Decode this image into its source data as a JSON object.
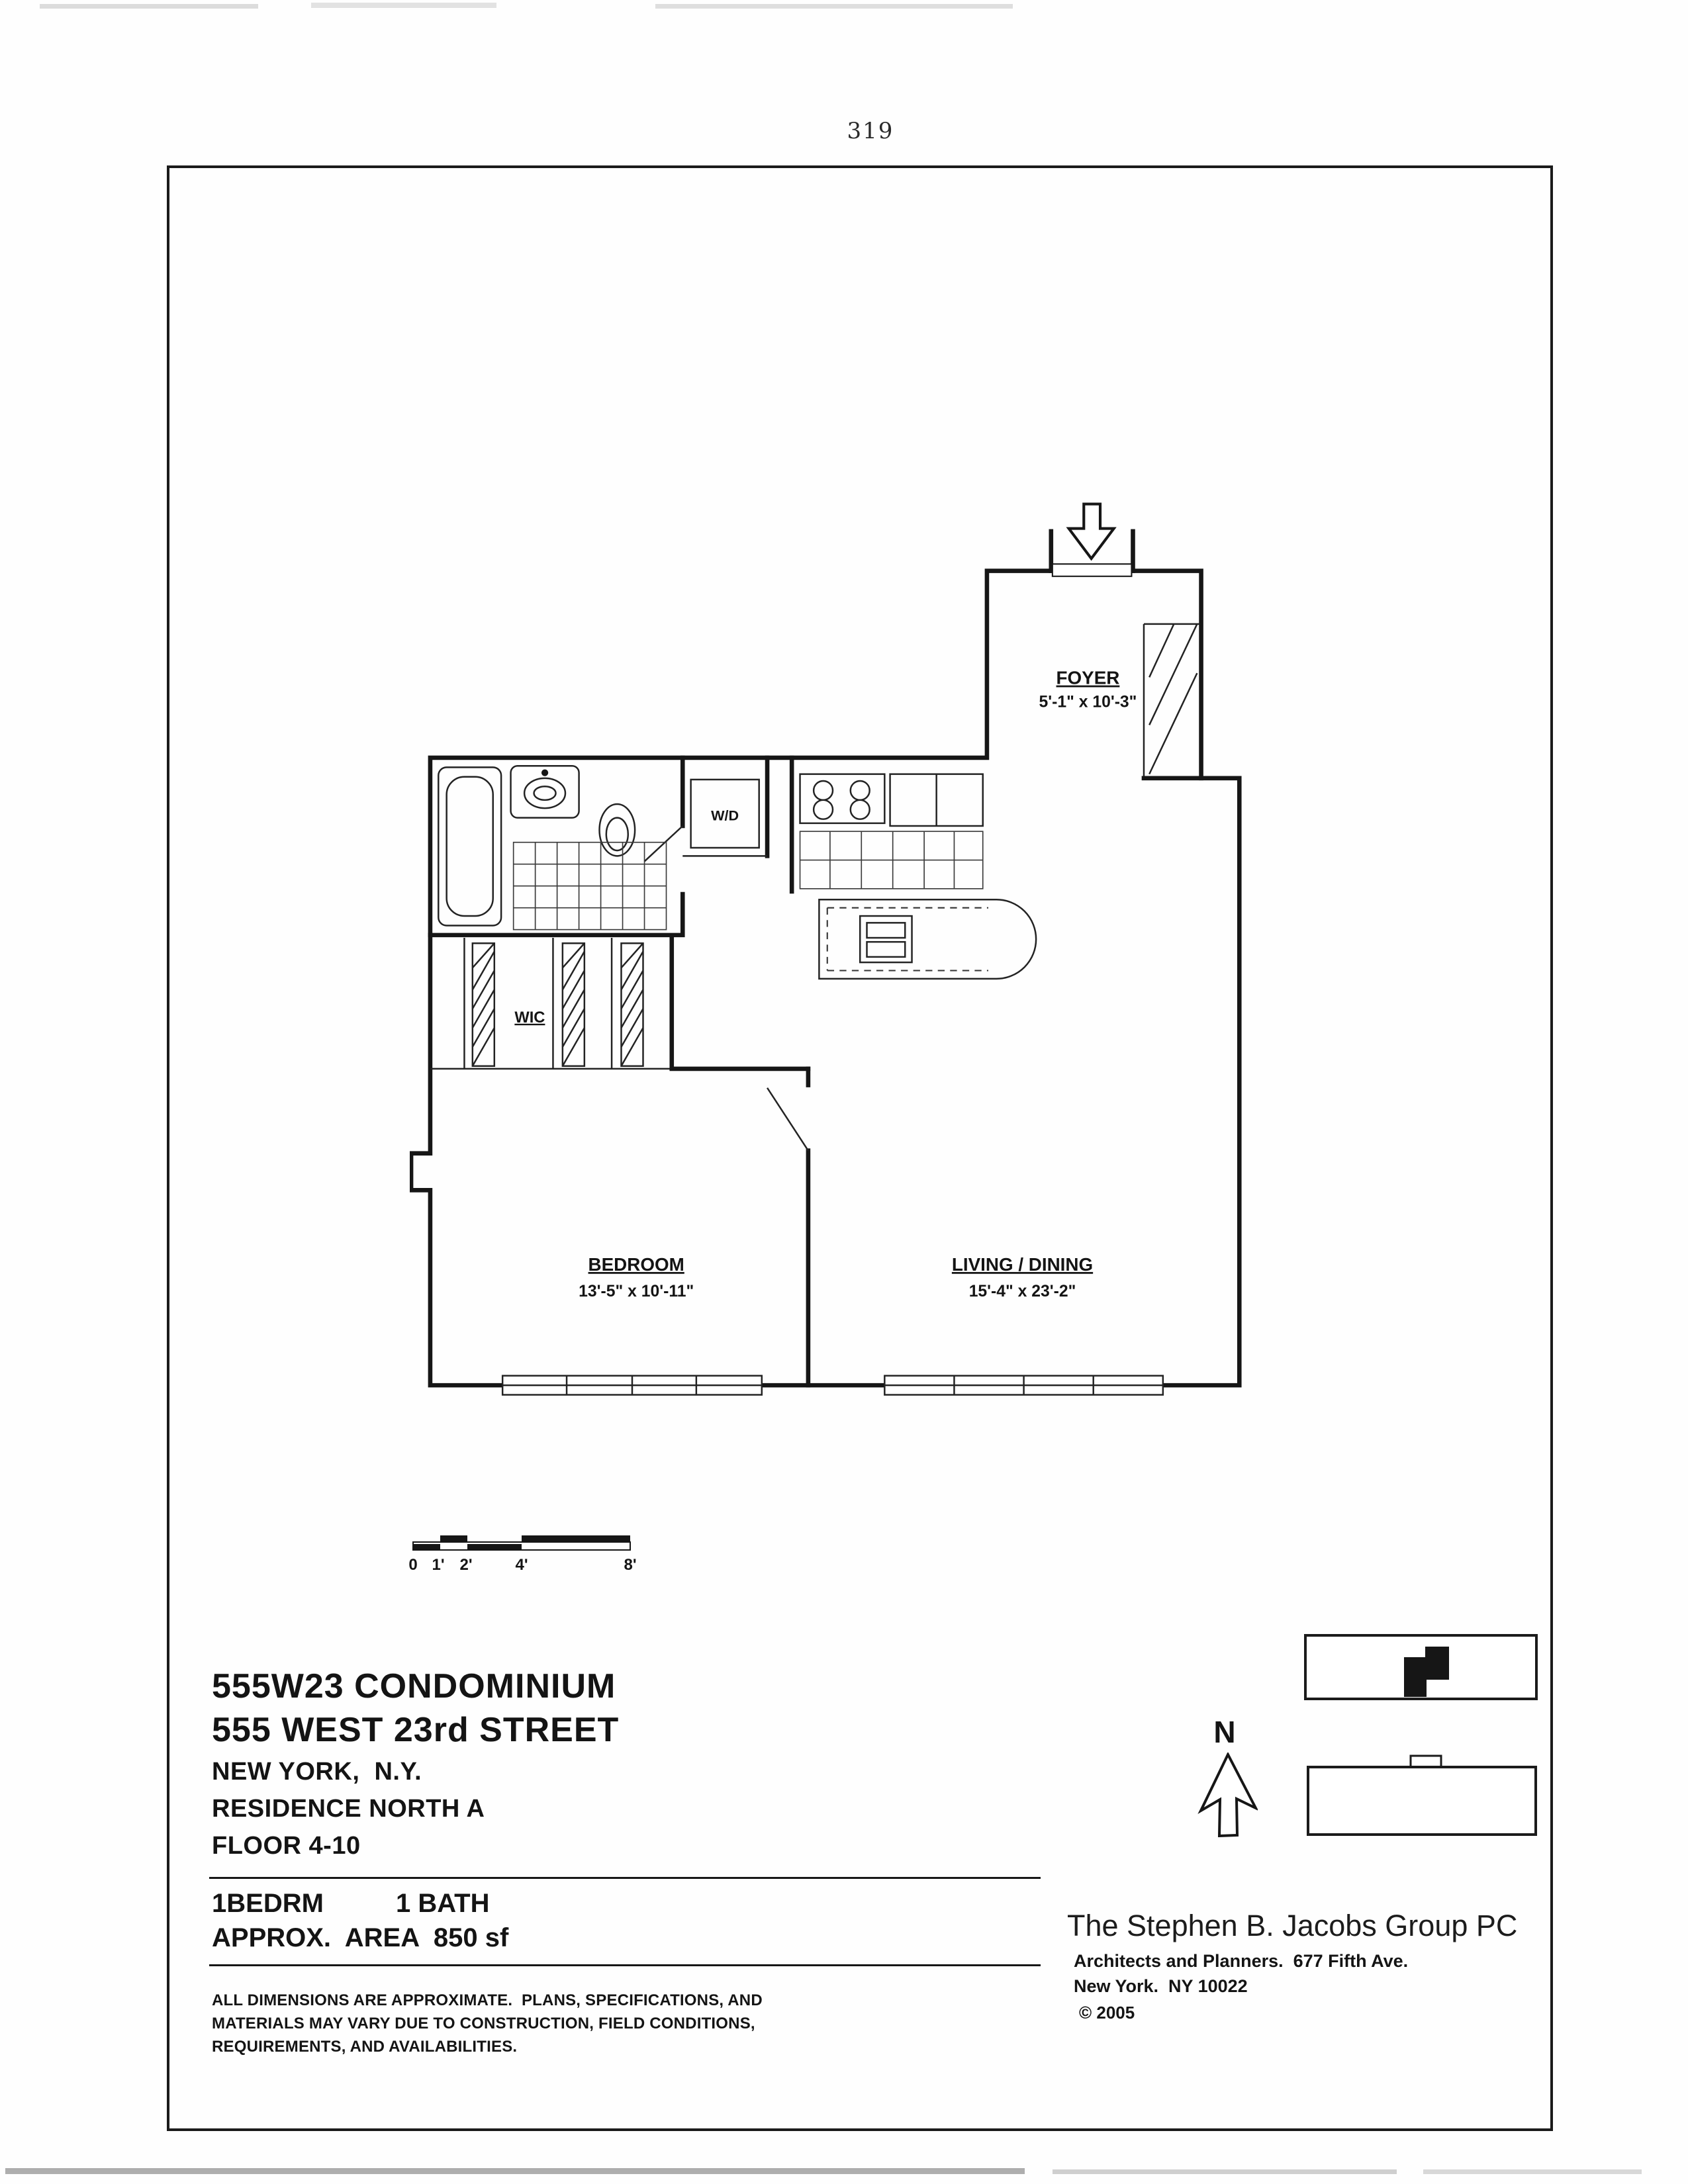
{
  "page_number": "319",
  "plan": {
    "foyer_label": "FOYER",
    "foyer_dim": "5'-1\" x 10'-3\"",
    "wd_label": "W/D",
    "wic_label": "WIC",
    "bedroom_label": "BEDROOM",
    "bedroom_dim": "13'-5\" x 10'-11\"",
    "living_label": "LIVING / DINING",
    "living_dim": "15'-4\" x 23'-2\""
  },
  "scale_bar": {
    "labels": [
      "0",
      "1'",
      "2'",
      "4'",
      "8'"
    ]
  },
  "north_label": "N",
  "title_block": {
    "line1": "555W23 CONDOMINIUM",
    "line2": "555 WEST 23rd STREET",
    "line3": "NEW YORK,  N.Y.",
    "line4": "RESIDENCE NORTH A",
    "line5": "FLOOR 4-10",
    "unit_beds": "1BEDRM",
    "unit_bath": "1 BATH",
    "unit_area": "APPROX.  AREA  850 sf",
    "disclaimer": [
      "ALL DIMENSIONS ARE APPROXIMATE.  PLANS, SPECIFICATIONS, AND",
      "MATERIALS MAY VARY DUE TO CONSTRUCTION, FIELD CONDITIONS,",
      "REQUIREMENTS, AND AVAILABILITIES."
    ]
  },
  "architect_block": {
    "name": "The Stephen B. Jacobs Group PC",
    "line2": "Architects and Planners.  677 Fifth Ave.",
    "line3": "New York.  NY 10022",
    "copyright": "© 2005"
  }
}
